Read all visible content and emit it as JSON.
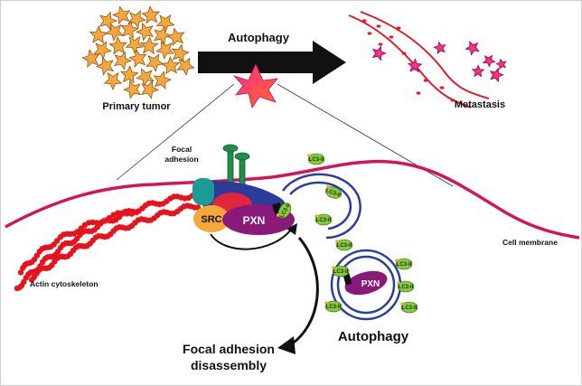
{
  "labels": {
    "autophagy_top": "Autophagy",
    "primary_tumor": "Primary tumor",
    "metastasis": "Metastasis",
    "focal_adhesion_line1": "Focal",
    "focal_adhesion_line2": "adhesion",
    "src": "SRC",
    "pxn": "PXN",
    "pxn_vesicle": "PXN",
    "lc3": "LC3-II",
    "cell_membrane": "Cell membrane",
    "actin": "Actin cytoskeleton",
    "autophagy_bottom": "Autophagy",
    "fa_disassembly_line1": "Focal adhesion",
    "fa_disassembly_line2": "disassembly"
  },
  "colors": {
    "membrane": "#d6135a",
    "actin": "#e8121f",
    "tumor_star": "#f5a742",
    "tumor_outline": "#8a4a00",
    "cell_gradient_start": "#ff2b8a",
    "cell_gradient_end": "#ff6a2b",
    "src": "#f6a838",
    "pxn": "#8a1a7a",
    "integrin": "#1d8f4a",
    "teal_block": "#1a9c95",
    "blue_block": "#2a3b9a",
    "red_block": "#e0253d",
    "vesicle": "#2b3f9a",
    "lc3": "#8cc63f",
    "vessel": "#e01b2a",
    "arrow": "#111111"
  }
}
